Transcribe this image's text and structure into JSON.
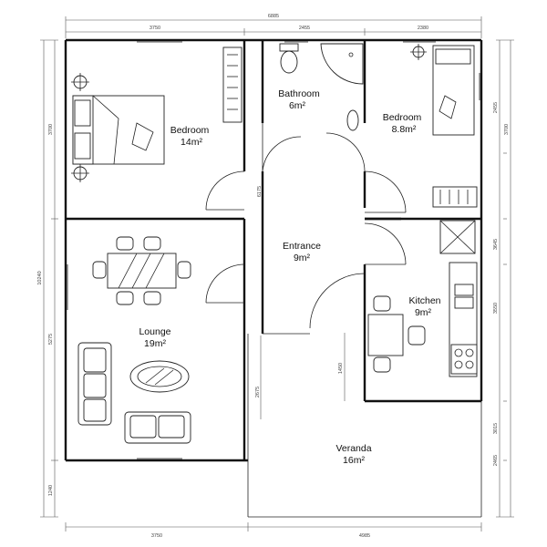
{
  "rooms": {
    "bedroom_main": {
      "name": "Bedroom",
      "area": "14m²"
    },
    "bathroom": {
      "name": "Bathroom",
      "area": "6m²"
    },
    "bedroom_small": {
      "name": "Bedroom",
      "area": "8.8m²"
    },
    "entrance": {
      "name": "Entrance",
      "area": "9m²"
    },
    "lounge": {
      "name": "Lounge",
      "area": "19m²"
    },
    "kitchen": {
      "name": "Kitchen",
      "area": "9m²"
    },
    "veranda": {
      "name": "Veranda",
      "area": "16m²"
    }
  },
  "dimensions": {
    "top_total": "6885",
    "top_left": "3750",
    "top_mid": "2455",
    "top_right": "2380",
    "bottom_left": "3750",
    "bottom_right": "4985",
    "left_total": "10240",
    "left_upper": "3700",
    "left_lower": "5275",
    "left_bottom": "1240",
    "right_a": "2455",
    "right_b": "3700",
    "right_c": "3645",
    "right_d": "3550",
    "right_e": "3015",
    "right_f": "2465",
    "entrance_height": "6175",
    "veranda_height": "2675",
    "kitchen_step": "1450"
  }
}
